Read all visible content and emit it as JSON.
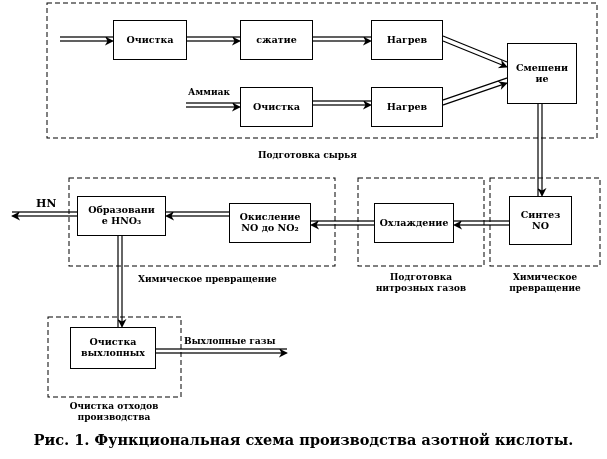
{
  "blocks": {
    "cleaning_1": "Очистка",
    "compression": "сжатие",
    "heating_1": "Нагрев",
    "cleaning_2": "Очистка",
    "heating_2": "Нагрев",
    "mixing": "Смешени\nие",
    "synthesis": "Синтез\nNO",
    "cooling": "Охлаждение",
    "oxidation": "Окисление\nNO до NO₂",
    "formation": "Образовани\nе HNO₃",
    "exhaust_cleaning": "Очистка\nвыхлопных"
  },
  "inputs": {
    "ammonia": "Аммиак"
  },
  "outputs": {
    "product": "HN",
    "exhaust_gases": "Выхлопные газы"
  },
  "stages": {
    "raw_prep": "Подготовка сырья",
    "chem_conv_left": "Химическое превращение",
    "nitrous_prep": "Подготовка\nнитрозных газов",
    "chem_conv_right": "Химическое\nпревращение",
    "waste_cleaning": "Очистка отходов\nпроизводства"
  },
  "caption": "Рис. 1. Функциональная схема производства азотной кислоты."
}
